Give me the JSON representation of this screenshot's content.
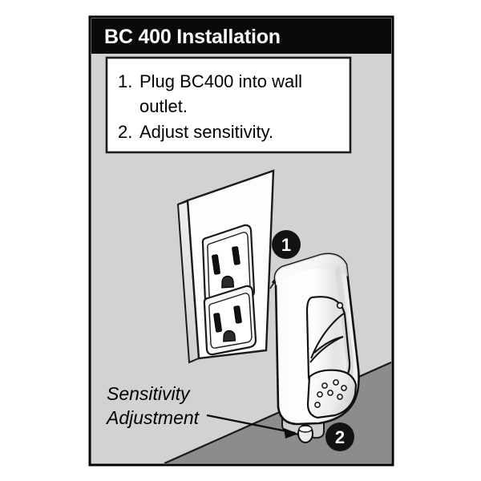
{
  "figure": {
    "title": "BC 400 Installation",
    "title_bar_color": "#0a0a0a",
    "panel_background_color": "#d2d2d2",
    "floor_color": "#8c8c8c",
    "frame_border_color": "#000000",
    "device_body_color": "#f2f2f2",
    "outlet_plate_color": "#fdfdfd",
    "callout_badge_color": "#121212"
  },
  "instructions": {
    "box_background": "#ffffff",
    "steps": [
      {
        "number": "1.",
        "line1": "Plug BC400 into wall",
        "line2": "outlet."
      },
      {
        "number": "2.",
        "line1": "Adjust sensitivity.",
        "line2": ""
      }
    ]
  },
  "callouts": [
    {
      "label": "1"
    },
    {
      "label": "2"
    }
  ],
  "annotations": {
    "sensitivity": {
      "line1": "Sensitivity",
      "line2": "Adjustment"
    }
  }
}
